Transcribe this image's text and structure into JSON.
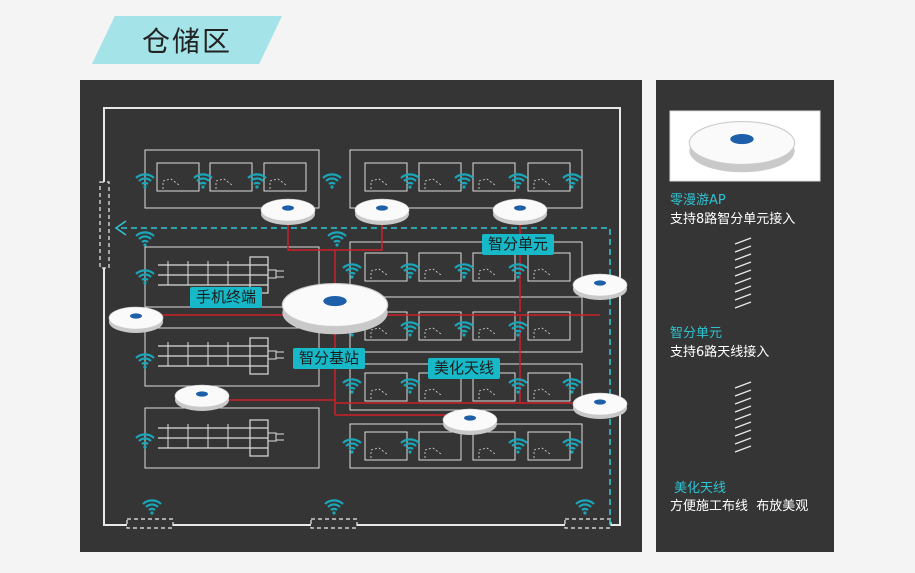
{
  "header": {
    "title": "仓储区"
  },
  "labels": {
    "smart_unit": "智分单元",
    "handheld": "手机终端",
    "smart_base": "智分基站",
    "antenna": "美化天线"
  },
  "side": {
    "items": [
      {
        "title": "零漫游AP",
        "desc": "支持8路智分单元接入"
      },
      {
        "title": "智分单元",
        "desc": "支持6路天线接入"
      },
      {
        "title": "美化天线",
        "desc": "方便施工布线  布放美观"
      }
    ]
  },
  "colors": {
    "accent": "#17b8c7",
    "panel": "#353535",
    "cable_red": "#d0202a",
    "dashed_route": "#2ec3d2",
    "title_bg": "#a4e3e8"
  }
}
